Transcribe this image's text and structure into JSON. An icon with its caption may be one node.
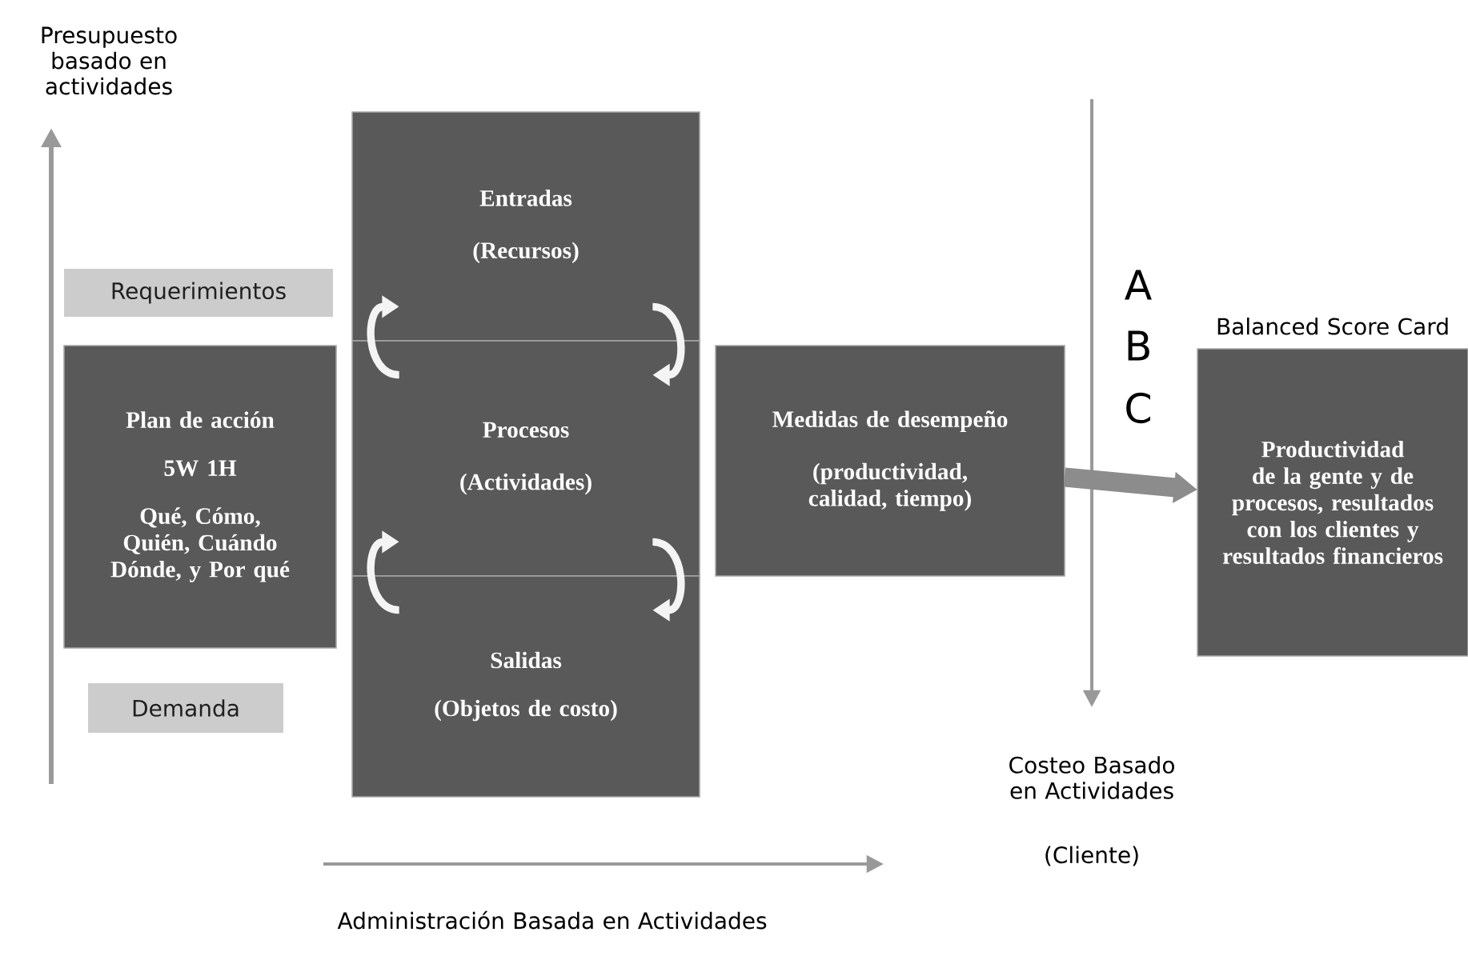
{
  "diagram": {
    "nodes": [
      {
        "text": [
          "Requerimientos"
        ]
      },
      {
        "text": [
          "Plan de acción",
          "5W 1H",
          "Qué, Cómo, Quién, Cuándo Dónde, y Por qué"
        ]
      },
      {
        "text": [
          "Entradas",
          "(Recursos)"
        ]
      },
      {
        "text": [
          "Procesos",
          "(Actividades)"
        ]
      },
      {
        "text": [
          "Salidas",
          "(Objetos de costo)"
        ]
      },
      {
        "text": [
          "Demanda"
        ]
      },
      {
        "text": [
          "Medidas de desempeño",
          "(productividad, calidad, tiempo)"
        ]
      },
      {
        "text": [
          "Balanced Score Card",
          "Productividad de la gente y de procesos, resultados con los clientes y resultados financieros"
        ]
      }
    ],
    "edges": [
      {
        "from": 2,
        "to": 3,
        "arrow": "to"
      },
      {
        "from": 3,
        "to": 2,
        "arrow": "to"
      },
      {
        "from": 3,
        "to": 4,
        "arrow": "to"
      },
      {
        "from": 4,
        "to": 3,
        "arrow": "to"
      },
      {
        "from": 6,
        "to": 7,
        "arrow": "to",
        "style": "thick",
        "color": "#8c8c8c"
      }
    ],
    "labels": [
      "Presupuesto basado en actividades",
      "A",
      "B",
      "C",
      "Costeo Basado en Actividades",
      "(Cliente)",
      "Administración Basada en Actividades"
    ]
  }
}
